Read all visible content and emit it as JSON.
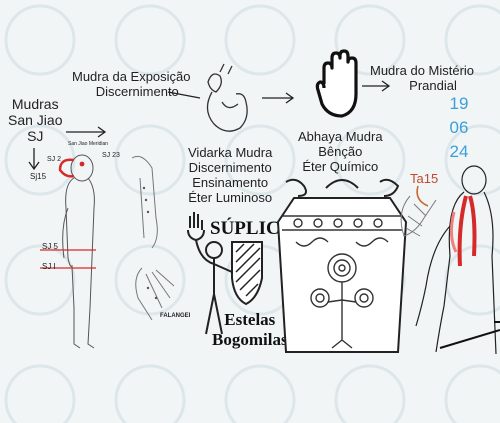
{
  "texts": {
    "mudra_exposicao_1": "Mudra da Exposição",
    "mudra_exposicao_2": "Discernimento",
    "mudra_misterio_1": "Mudra do Mistério",
    "mudra_misterio_2": "Prandial",
    "mudras_san_jiao_1": "Mudras",
    "mudras_san_jiao_2": "San Jiao",
    "mudras_san_jiao_3": "SJ",
    "san_jiao_meridian": "San Jiao Meridian",
    "abhaya_1": "Abhaya Mudra",
    "abhaya_2": "Bênção",
    "abhaya_3": "Éter Químico",
    "vidarka_1": "Vidarka Mudra",
    "vidarka_2": "Discernimento",
    "vidarka_3": "Ensinamento",
    "vidarka_4": "Éter Luminoso",
    "suplica": "SÚPLICA",
    "estelas_1": "Estelas",
    "estelas_2": "Bogomilas",
    "ta15": "Ta15",
    "falangei": "FALANGEI",
    "sj15": "Sj15",
    "sj2": "SJ 2",
    "sj23": "SJ 23",
    "sj5": "SJ 5",
    "sj1": "SJ I"
  },
  "date": {
    "day": "19",
    "month": "06",
    "year": "24"
  },
  "colors": {
    "accent_red": "#d62a2a",
    "date_blue": "#3aa0d8",
    "ink": "#222222"
  }
}
